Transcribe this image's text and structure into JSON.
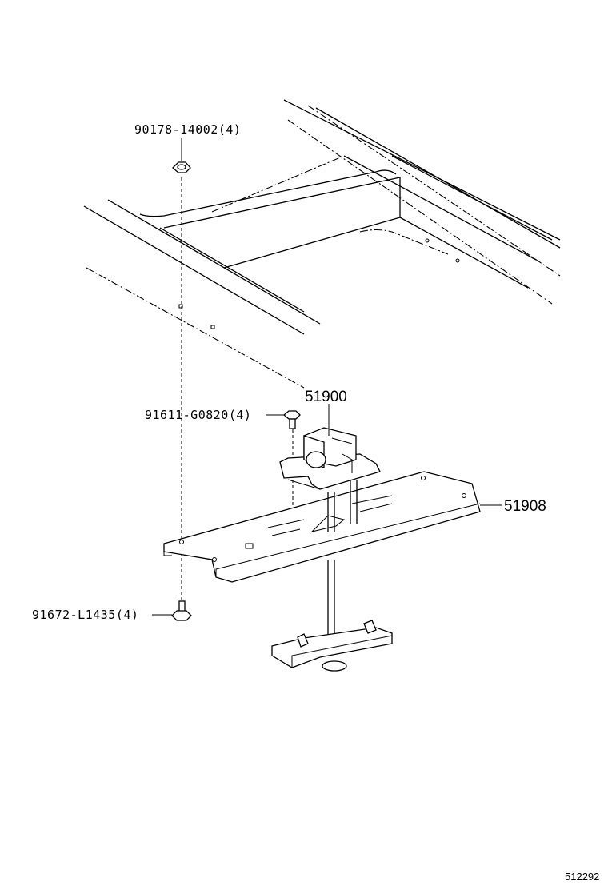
{
  "parts": [
    {
      "id": "nut-top",
      "label": "90178-14002(4)"
    },
    {
      "id": "bolt-mid",
      "label": "91611-G0820(4)"
    },
    {
      "id": "bolt-bottom",
      "label": "91672-L1435(4)"
    },
    {
      "id": "carrier-assy",
      "label": "51900"
    },
    {
      "id": "carrier-bracket",
      "label": "51908"
    }
  ],
  "figure_id": "512292"
}
